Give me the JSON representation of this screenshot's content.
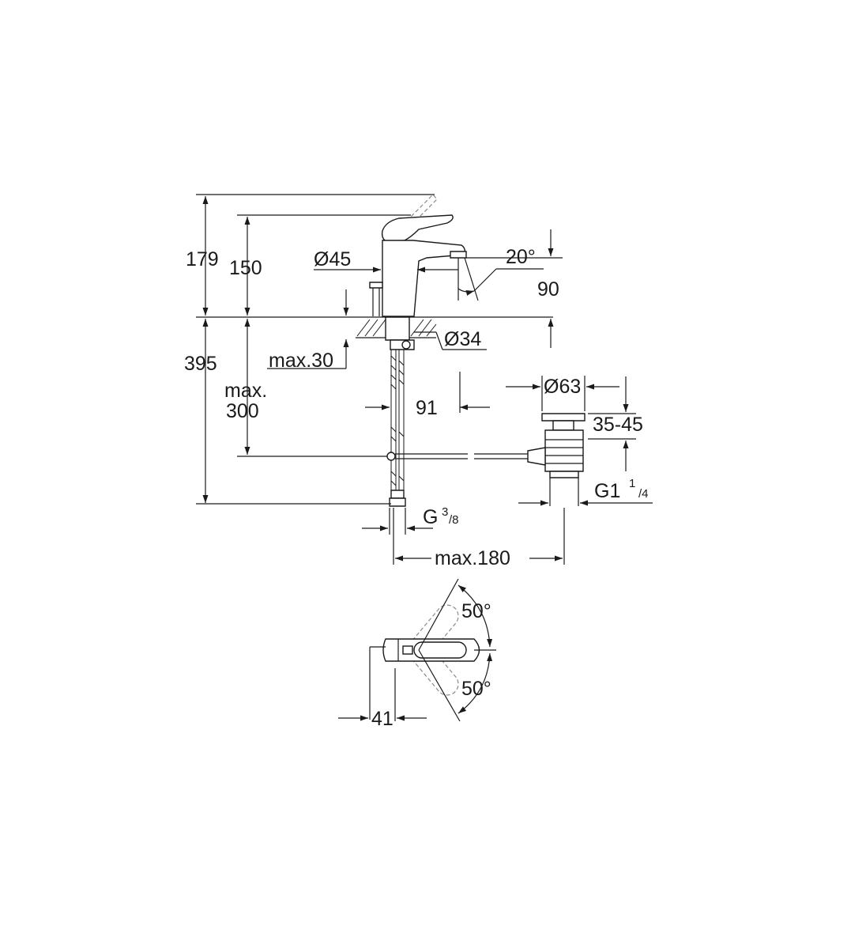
{
  "dimensions": {
    "total_height": "179",
    "spout_height": "150",
    "body_diameter": "Ø45",
    "spout_angle": "20°",
    "spout_reach": "90",
    "shank_diameter": "Ø34",
    "below_deck": "395",
    "max_deck_thickness": "max.30",
    "max_hose_upper": "max.",
    "max_hose_lower": "300",
    "hose_offset": "91",
    "waste_diameter": "Ø63",
    "waste_adjust": "35-45",
    "waste_thread": "G1",
    "waste_thread_num": "1",
    "waste_thread_den": "/4",
    "hose_thread": "G",
    "hose_thread_num": "3",
    "hose_thread_den": "/8",
    "max_rod": "max.180",
    "handle_angle_top": "50°",
    "handle_angle_bottom": "50°",
    "handle_depth": "41"
  }
}
